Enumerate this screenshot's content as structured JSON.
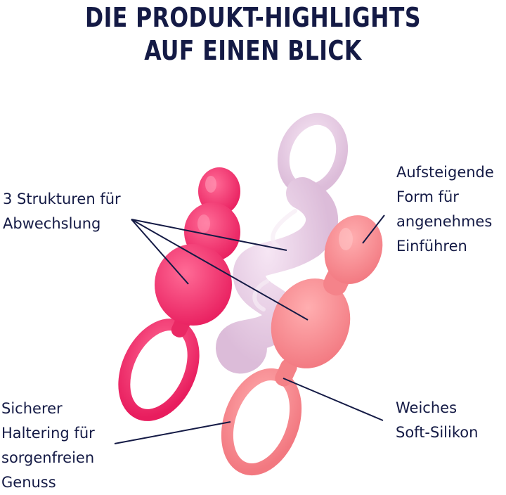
{
  "header": {
    "title_line1": "DIE PRODUKT-HIGHLIGHTS",
    "title_line2": "AUF EINEN BLICK"
  },
  "callouts": {
    "structures": {
      "line1": "3 Strukturen für",
      "line2": "Abwechslung"
    },
    "shape": {
      "line1": "Aufsteigende",
      "line2": "Form für",
      "line3": "angenehmes",
      "line4": "Einführen"
    },
    "ring": {
      "line1": "Sicherer",
      "line2": "Haltering für",
      "line3": "sorgenfreien",
      "line4": "Genuss"
    },
    "material": {
      "line1": "Weiches",
      "line2": "Soft-Silikon"
    }
  },
  "colors": {
    "text": "#141a45",
    "product_pink": "#f0306a",
    "product_lilac": "#e6cbe4",
    "product_coral": "#f6878c"
  }
}
